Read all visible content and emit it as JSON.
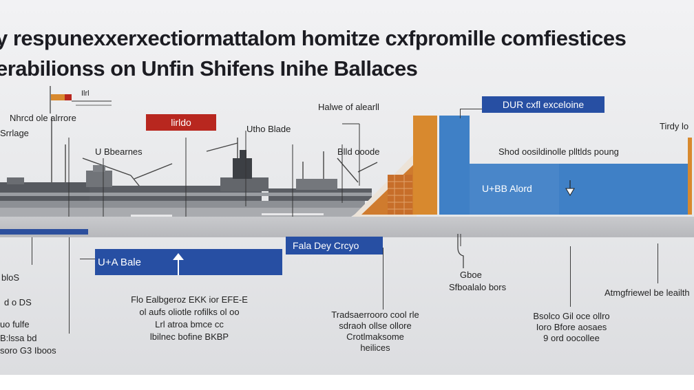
{
  "title": {
    "line1": "y respunexxerxectiormattalom homitze cxfpromille comfiestices",
    "line2": "erabilionss on Unfin Shifens Inihe Ballaces"
  },
  "boxes": {
    "red_label": "lirldo",
    "blue_top": "DUR cxfl exceloine",
    "us_aland": "U+BB Alord",
    "fala_dey": "Fala Dey Crcyo",
    "us_bale": "U+A Bale"
  },
  "labels": {
    "left_top": "Nhrcd ole alrrore",
    "left_top2": "Srrlage",
    "flag_mark": "Ilrl",
    "us_bbearnes": "U Bbearnes",
    "us_blade": "Utho Blade",
    "halwe": "Halwe of alearll",
    "blld_ooode": "Blld ooode",
    "shod": "Shod oosildinolle plltlds poung",
    "tirdy": "Tirdy lo",
    "left_mid": "bloS",
    "left_od": "d o DS",
    "left_block1": "uo fulfe",
    "left_block2": "B:lssa bd",
    "left_block3": "soro G3 Iboos",
    "caption1": "Flo Ealbgeroz EKK ior EFE-E",
    "caption2": "ol aufs oliotle rofilks ol oo",
    "caption3": "Lrl atroa bmce cc",
    "caption4": "lbilnec bofine BKBP",
    "center1": "Tradsaerrooro cool rle",
    "center2": "sdraoh ollse ollore",
    "center3": "Crotlmaksome",
    "center4": "heilices",
    "gbo_1": "Gboe",
    "gbo_2": "Sfboalalo bors",
    "right1": "Bsolco Gil oce ollro",
    "right2": "Ioro Bfore aosaes",
    "right3": "9 ord oocollee",
    "far_right": "Atmgfriewel be leailth"
  },
  "colors": {
    "blue": "#274fa3",
    "red": "#b8271f",
    "orange": "#d8892e",
    "bright_blue": "#3f80c6"
  },
  "icons": {
    "up_arrow": "up-arrow-icon",
    "down_arrow": "down-arrow-icon",
    "flag": "flag-icon"
  }
}
